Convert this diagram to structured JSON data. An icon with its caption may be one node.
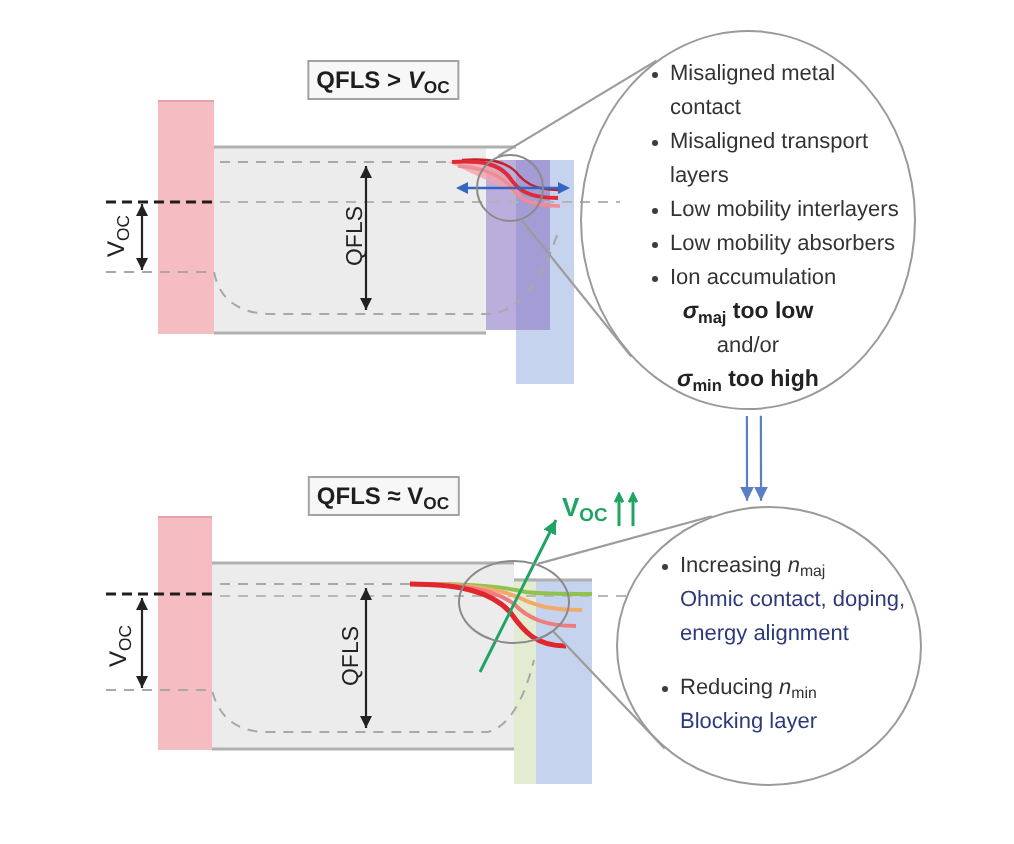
{
  "diagram": {
    "nodes": [
      {
        "text": [
          "QFLS > *V*$_{OC}$"
        ]
      },
      {
        "text": [],
        "shape": "circle"
      },
      {
        "text": [
          "Misaligned metal contact",
          "Misaligned transport layers",
          "Low mobility interlayers",
          "Low mobility absorbers",
          "Ion accumulation",
          "*σ*$_{maj}$ too low",
          "and/or",
          "*σ*$_{min}$ too high"
        ]
      },
      {
        "text": [
          "QFLS ≈ V$_{OC}$"
        ]
      },
      {
        "text": [],
        "shape": "circle"
      },
      {
        "text": [
          "Increasing *n*$_{maj}$",
          "Ohmic contact, doping, energy alignment",
          "Reducing *n*$_{min}$",
          "Blocking layer"
        ]
      }
    ],
    "edges": [
      {
        "from": 1,
        "to": 2,
        "arrow": "none"
      },
      {
        "from": 1,
        "to": 2,
        "arrow": "none"
      },
      {
        "from": 2,
        "to": 5,
        "arrow": "to",
        "color": "#5a7fc4"
      },
      {
        "from": 4,
        "to": 5,
        "arrow": "none"
      },
      {
        "from": 4,
        "to": 5,
        "arrow": "none"
      }
    ],
    "labels": [
      "V$_{OC}$",
      "QFLS",
      "V$_{OC}$",
      "V$_{OC}$",
      "QFLS"
    ]
  }
}
